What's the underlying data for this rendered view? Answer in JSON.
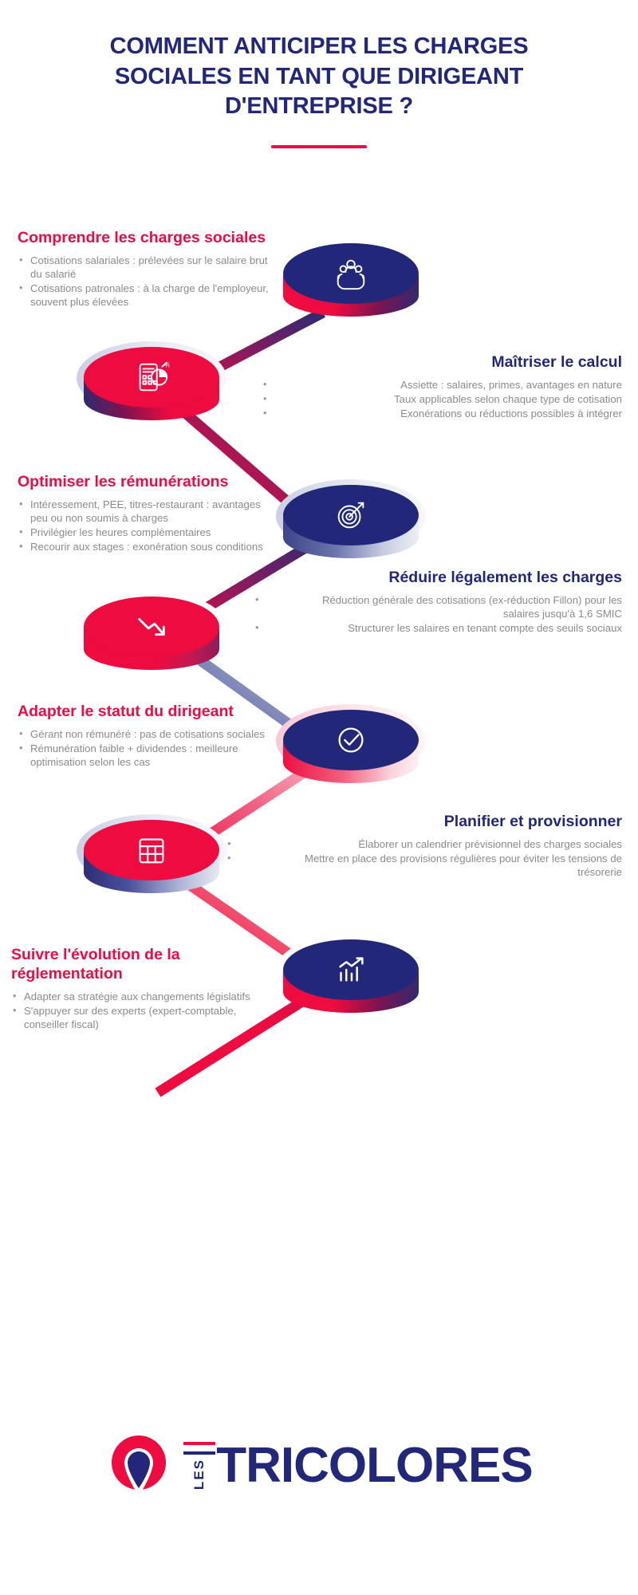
{
  "header": {
    "title": "COMMENT ANTICIPER LES CHARGES SOCIALES EN TANT QUE DIRIGEANT D'ENTREPRISE ?"
  },
  "sections": [
    {
      "id": "comprendre",
      "title": "Comprendre les charges sociales",
      "title_color": "#ec0b43",
      "align": "left",
      "icon": "hands-people-icon",
      "bullets": [
        "Cotisations salariales : prélevées sur le salaire brut du salarié",
        "Cotisations patronales : à la charge de l'employeur, souvent plus élevées"
      ]
    },
    {
      "id": "maitriser",
      "title": "Maîtriser le calcul",
      "title_color": "#22277a",
      "align": "right",
      "icon": "calculator-pie-icon",
      "bullets": [
        "Assiette : salaires, primes, avantages en nature",
        "Taux applicables selon chaque type de cotisation",
        "Exonérations ou réductions possibles à intégrer"
      ]
    },
    {
      "id": "optimiser",
      "title": "Optimiser les rémunérations",
      "title_color": "#ec0b43",
      "align": "left",
      "icon": "target-dart-icon",
      "bullets": [
        "Intéressement, PEE, titres-restaurant : avantages peu ou non soumis à charges",
        "Privilégier les heures complémentaires",
        "Recourir aux stages : exonération sous conditions"
      ]
    },
    {
      "id": "reduire",
      "title": "Réduire légalement les charges",
      "title_color": "#22277a",
      "align": "right",
      "icon": "chart-down-arrow-icon",
      "bullets": [
        "Réduction générale des cotisations (ex-réduction Fillon) pour les salaires jusqu'à 1,6 SMIC",
        "Structurer les salaires en tenant compte des seuils sociaux"
      ]
    },
    {
      "id": "adapter",
      "title": "Adapter le statut du dirigeant",
      "title_color": "#ec0b43",
      "align": "left",
      "icon": "check-circle-icon",
      "bullets": [
        "Gérant non rémunéré : pas de cotisations sociales",
        "Rémunération faible + dividendes : meilleure optimisation selon les cas"
      ]
    },
    {
      "id": "planifier",
      "title": "Planifier et provisionner",
      "title_color": "#22277a",
      "align": "right",
      "icon": "calendar-grid-icon",
      "bullets": [
        "Élaborer un calendrier prévisionnel des charges sociales",
        "Mettre en place des provisions régulières pour éviter les tensions de trésorerie"
      ]
    },
    {
      "id": "suivre",
      "title": "Suivre l'évolution de la réglementation",
      "title_color": "#ec0b43",
      "align": "left",
      "icon": "bar-chart-growth-icon",
      "bullets": [
        "Adapter sa stratégie aux changements législatifs",
        "S'appuyer sur des experts (expert-comptable, conseiller fiscal)"
      ]
    }
  ],
  "logo": {
    "les": "LES",
    "name": "TRICOLORES",
    "pin_color": "#ed0b3f",
    "text_color": "#22277a"
  },
  "colors": {
    "navy": "#22277a",
    "red": "#ec0b43",
    "body_gray": "#8b8b8b"
  }
}
